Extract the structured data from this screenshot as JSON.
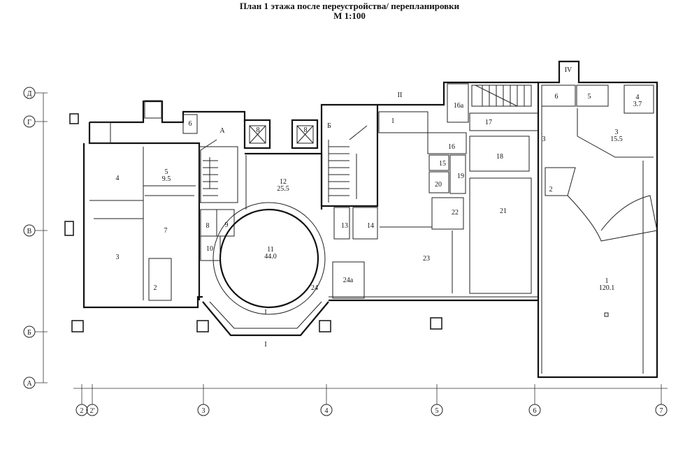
{
  "title": {
    "line1": "План 1 этажа после переустройства/ перепланировки",
    "line2": "М 1:100"
  },
  "axes": {
    "rows": [
      "Д",
      "Г",
      "В",
      "Б",
      "А"
    ],
    "columns": [
      "2",
      "2'",
      "3",
      "4",
      "5",
      "6",
      "7"
    ]
  },
  "rooms": {
    "left": [
      {
        "num": "4"
      },
      {
        "num": "5",
        "area": "9.5"
      },
      {
        "num": "7"
      },
      {
        "num": "3"
      },
      {
        "num": "2"
      },
      {
        "num": "6"
      },
      {
        "num": "А"
      },
      {
        "num": "8"
      },
      {
        "num": "9"
      },
      {
        "num": "10"
      },
      {
        "num": "11",
        "area": "44.0"
      },
      {
        "num": "12",
        "area": "25.5"
      },
      {
        "num": "Б"
      },
      {
        "num": "13"
      },
      {
        "num": "14"
      },
      {
        "num": "24"
      },
      {
        "num": "24а"
      },
      {
        "num": "I"
      },
      {
        "num": "I"
      },
      {
        "num": "8"
      },
      {
        "num": "8"
      }
    ],
    "middle": [
      {
        "num": "II"
      },
      {
        "num": "1"
      },
      {
        "num": "16а"
      },
      {
        "num": "17"
      },
      {
        "num": "16"
      },
      {
        "num": "15"
      },
      {
        "num": "19"
      },
      {
        "num": "20"
      },
      {
        "num": "22"
      },
      {
        "num": "18"
      },
      {
        "num": "21"
      },
      {
        "num": "23"
      }
    ],
    "right": [
      {
        "num": "IV"
      },
      {
        "num": "6"
      },
      {
        "num": "5"
      },
      {
        "num": "4",
        "area": "3.7"
      },
      {
        "num": "3",
        "area": "15.5"
      },
      {
        "num": "2"
      },
      {
        "num": "1",
        "area": "120.1"
      },
      {
        "num": "3"
      }
    ]
  }
}
